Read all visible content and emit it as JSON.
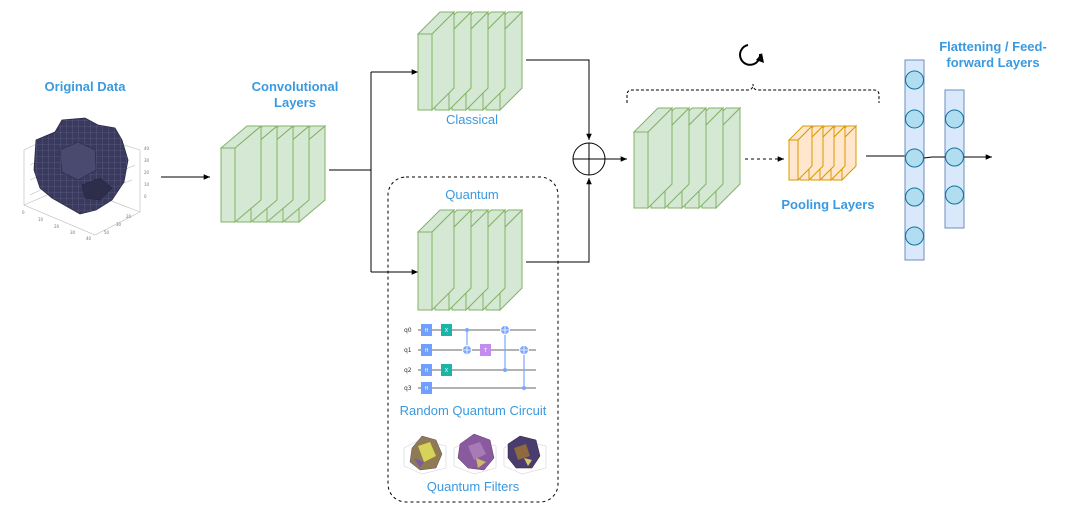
{
  "labels": {
    "original_data": "Original Data",
    "conv_line1": "Convolutional",
    "conv_line2": "Layers",
    "classical": "Classical",
    "quantum": "Quantum",
    "random_circuit": "Random Quantum Circuit",
    "quantum_filters": "Quantum Filters",
    "pooling": "Pooling Layers",
    "flatten_line1": "Flattening / Feed-",
    "flatten_line2": "forward Layers"
  },
  "circuit": {
    "qubits": [
      "q0",
      "q1",
      "q2",
      "q3"
    ],
    "gates": [
      {
        "qubit": "q0",
        "label": "H"
      },
      {
        "qubit": "q1",
        "label": "H"
      },
      {
        "qubit": "q2",
        "label": "H"
      },
      {
        "qubit": "q3",
        "label": "H"
      },
      {
        "qubit": "q0",
        "label": "X"
      },
      {
        "qubit": "q2",
        "label": "X"
      },
      {
        "qubit": "q1",
        "label": "T"
      }
    ]
  },
  "network": {
    "flatten_nodes": 5,
    "feedforward_nodes": 3
  },
  "colors": {
    "accent_text": "#3a9ae0",
    "conv_fill": "#d5e8d4",
    "conv_stroke": "#82b366",
    "pool_fill": "#ffe6cc",
    "pool_stroke": "#d79b00",
    "node_fill": "#b1ddf0",
    "column_fill": "#dae8fc",
    "column_stroke": "#6c8ebf"
  }
}
